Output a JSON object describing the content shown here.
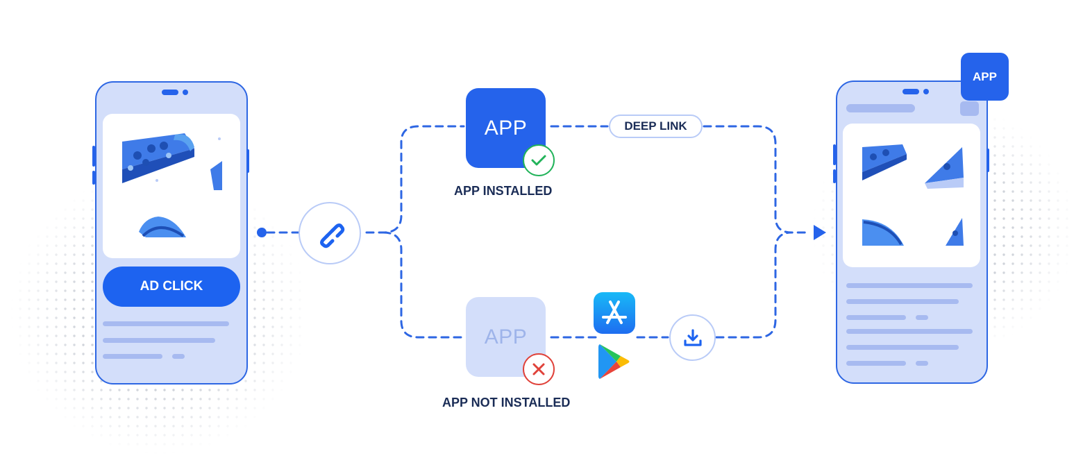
{
  "left_phone": {
    "cta_label": "AD CLICK"
  },
  "installed_branch": {
    "tile_label": "APP",
    "caption": "APP INSTALLED",
    "link_label": "DEEP LINK"
  },
  "not_installed_branch": {
    "tile_label": "APP",
    "caption": "APP NOT INSTALLED"
  },
  "right_phone": {
    "corner_badge": "APP"
  },
  "icons": [
    "chain-link-icon",
    "checkmark-icon",
    "cross-icon",
    "app-store-icon",
    "google-play-icon",
    "download-icon",
    "arrow-right-icon"
  ],
  "colors": {
    "primary": "#2563eb",
    "phone_body": "#d3defa",
    "success": "#22b35a",
    "error": "#e0423a",
    "text_dark": "#1a2c56"
  }
}
